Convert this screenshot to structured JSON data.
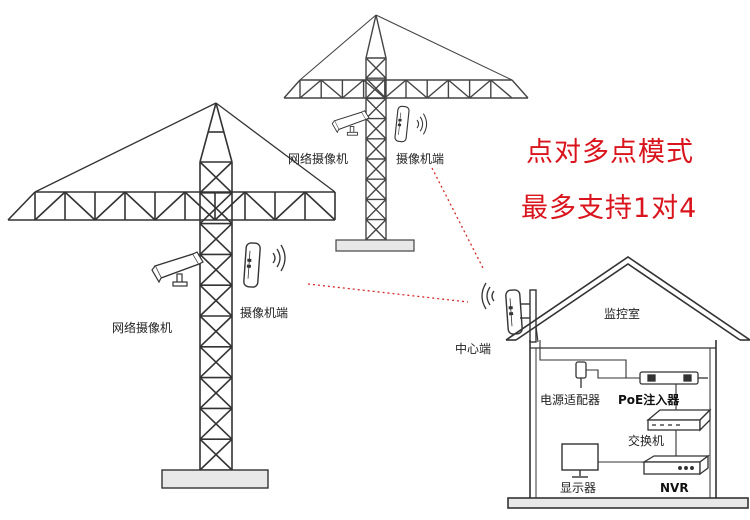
{
  "headline": {
    "line1": "点对多点模式",
    "line2": "最多支持1对4"
  },
  "colors": {
    "headline": "#d9141c",
    "link": "#d22a2a",
    "line": "#444444",
    "ground": "#e8e8e8"
  },
  "labels": {
    "crane1_camera": "网络摄像机",
    "crane1_ap": "摄像机端",
    "crane2_camera": "网络摄像机",
    "crane2_ap": "摄像机端",
    "center": "中心端",
    "monitor_room": "监控室",
    "power_adapter": "电源适配器",
    "poe_injector": "PoE注入器",
    "switch": "交换机",
    "display": "显示器",
    "nvr": "NVR"
  },
  "icons": [
    "tower-crane-icon",
    "cctv-camera-icon",
    "wireless-bridge-icon",
    "wifi-signal-icon",
    "house-icon",
    "power-adapter-icon",
    "poe-injector-icon",
    "network-switch-icon",
    "monitor-icon",
    "nvr-icon"
  ]
}
